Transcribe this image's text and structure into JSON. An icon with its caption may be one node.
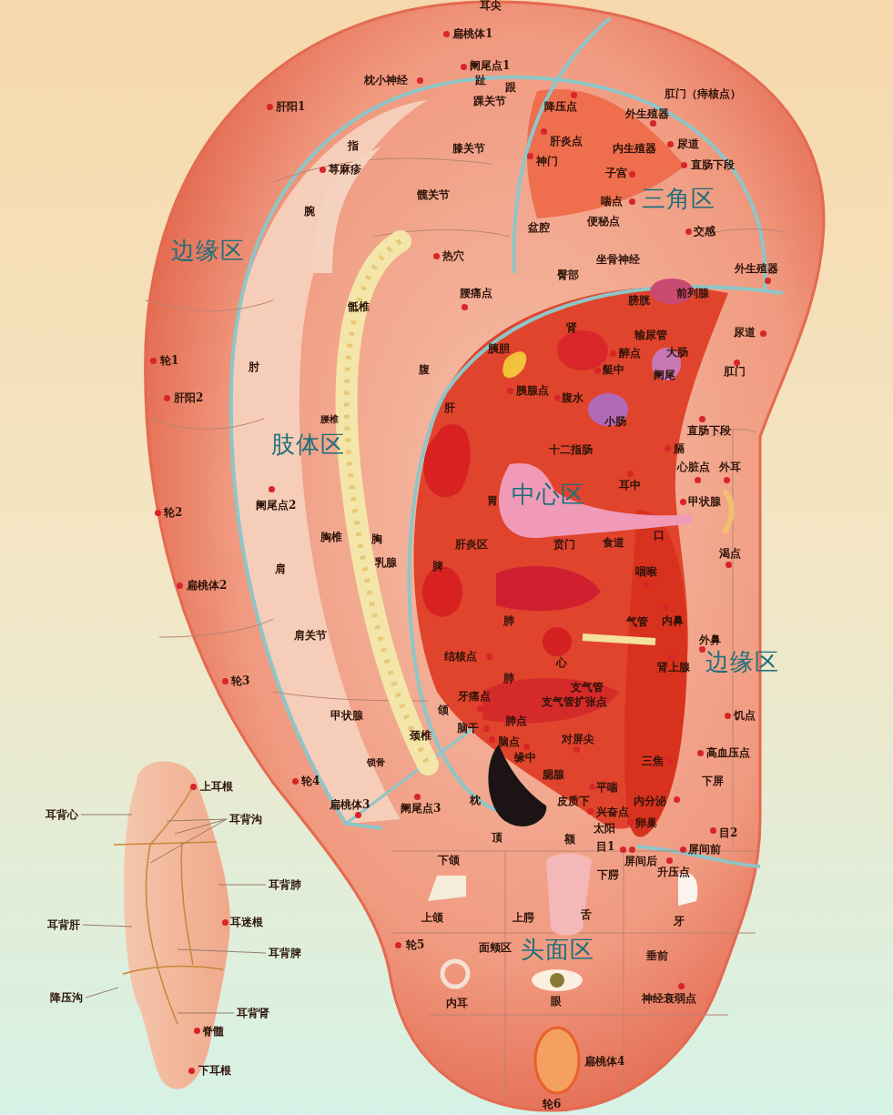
{
  "diagram": {
    "nodes": [
      {
        "text": [
          "耳背心"
        ]
      },
      {
        "text": [
          "耳背沟"
        ]
      },
      {
        "text": [
          "耳背肺"
        ]
      },
      {
        "text": [
          "耳背肝"
        ]
      },
      {
        "text": [
          "耳背脾"
        ]
      },
      {
        "text": [
          "降压沟"
        ]
      },
      {
        "text": [
          "耳背肾"
        ]
      },
      {
        "text": [],
        "shape": "picture"
      }
    ],
    "edges": [
      {
        "from": 0,
        "to": 7,
        "arrow": "none"
      },
      {
        "from": 1,
        "to": 7,
        "arrow": "none"
      },
      {
        "from": 1,
        "to": 7,
        "arrow": "none"
      },
      {
        "from": 1,
        "to": 7,
        "arrow": "none"
      },
      {
        "from": 2,
        "to": 7,
        "arrow": "none"
      },
      {
        "from": 3,
        "to": 7,
        "arrow": "none"
      },
      {
        "from": 4,
        "to": 7,
        "arrow": "none"
      },
      {
        "from": 5,
        "to": 7,
        "arrow": "none"
      },
      {
        "from": 6,
        "to": 7,
        "arrow": "none"
      }
    ],
    "labels": [
      "耳尖",
      "扁桃体1",
      "枕小神经",
      "阑尾点1",
      "趾",
      "跟",
      "踝关节",
      "肝阳1",
      "指",
      "荨麻疹",
      "膝关节",
      "髋关节",
      "腕",
      "边缘区",
      "热穴",
      "腰痛点",
      "骶椎",
      "轮1",
      "肘",
      "腹",
      "胰胆",
      "肝阳2",
      "腰椎",
      "肢体区",
      "肝",
      "阑尾点2",
      "轮2",
      "胸椎",
      "胸",
      "乳腺",
      "肝炎区",
      "肩",
      "扁桃体2",
      "脾",
      "肩关节",
      "结核点",
      "轮3",
      "甲状腺",
      "牙痛点",
      "颌",
      "颈椎",
      "锁骨",
      "脑干",
      "轮4",
      "扁桃体3",
      "阑尾点3",
      "降压点",
      "外生殖器",
      "肛门（痔核点）",
      "肝炎点",
      "神门",
      "内生殖器",
      "尿道",
      "直肠下段",
      "子宫",
      "三角区",
      "喘点",
      "盆腔",
      "便秘点",
      "交感",
      "坐骨神经",
      "臀部",
      "外生殖器",
      "前列腺",
      "膀胱",
      "肾",
      "输尿管",
      "尿道",
      "醉点",
      "大肠",
      "艇中",
      "阑尾",
      "肛门",
      "胰腺点",
      "腹水",
      "小肠",
      "直肠下段",
      "十二指肠",
      "膈",
      "心脏点",
      "外耳",
      "中心区",
      "胃",
      "耳中",
      "甲状腺",
      "口",
      "贲门",
      "食道",
      "渴点",
      "咽喉",
      "肺",
      "气管",
      "内鼻",
      "心",
      "外鼻",
      "边缘区",
      "肾上腺",
      "肺",
      "支气管",
      "支气管扩张点",
      "肺点",
      "饥点",
      "脑点",
      "对屏尖",
      "高血压点",
      "缘中",
      "三焦",
      "腮腺",
      "下屏",
      "平喘",
      "枕",
      "皮质下",
      "内分泌",
      "兴奋点",
      "卵巢",
      "太阳",
      "目2",
      "顶",
      "额",
      "目1",
      "屏间后",
      "屏间前",
      "升压点",
      "下颌",
      "下腭",
      "上颌",
      "上腭",
      "舌",
      "牙",
      "轮5",
      "面颊区",
      "头面区",
      "垂前",
      "内耳",
      "眼",
      "神经衰弱点",
      "扁桃体4",
      "轮6",
      "上耳根",
      "耳迷根",
      "脊髓",
      "下耳根"
    ]
  }
}
